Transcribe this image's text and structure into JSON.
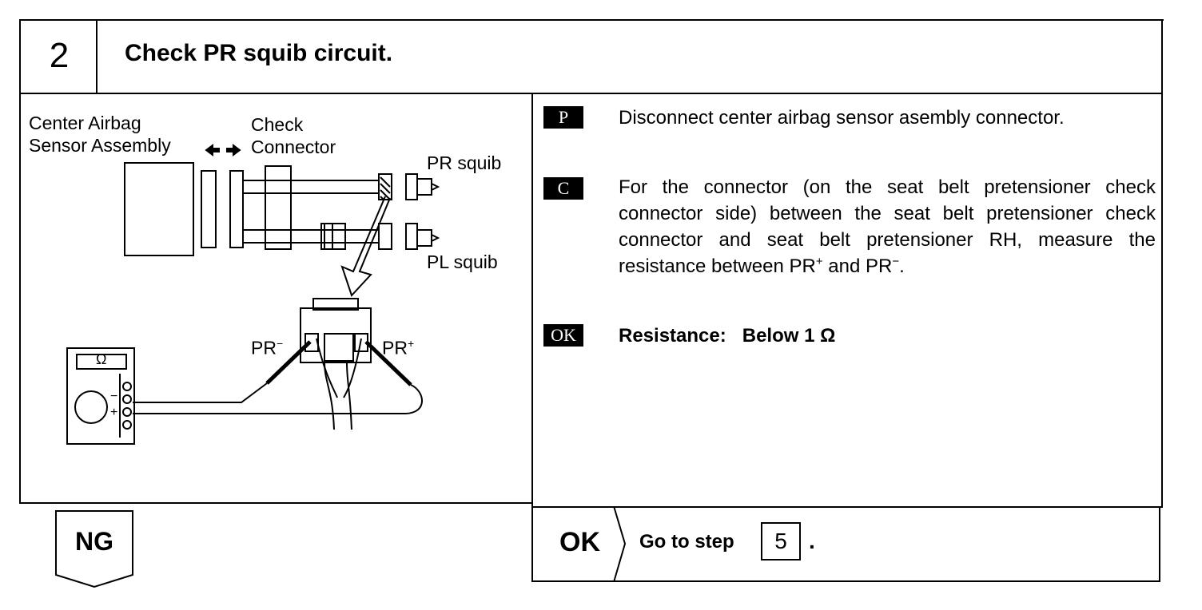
{
  "step": {
    "number": "2",
    "title": "Check PR squib circuit."
  },
  "diagram": {
    "labels": {
      "center_airbag_line1": "Center Airbag",
      "center_airbag_line2": "Sensor Assembly",
      "check_line1": "Check",
      "check_line2": "Connector",
      "pr_squib": "PR squib",
      "pl_squib": "PL squib",
      "pr_minus": "PR",
      "pr_minus_sup": "−",
      "pr_plus": "PR",
      "pr_plus_sup": "+",
      "ohm_symbol": "Ω",
      "meter_minus": "−",
      "meter_plus": "+"
    },
    "icons": [
      "double-arrow-icon",
      "ohmmeter-icon",
      "hatched-terminal-icon"
    ]
  },
  "instructions": {
    "p": {
      "badge": "P",
      "text": "Disconnect center airbag sensor asembly connector."
    },
    "c": {
      "badge": "C",
      "text": "For the connector (on the seat belt pretensioner check connector side) between the seat belt pretensioner check connector and seat belt pretensioner RH, measure the resistance between",
      "pr1": "PR",
      "pr1_sup": "+",
      "and": "and",
      "pr2": "PR",
      "pr2_sup": "−",
      "end": "."
    },
    "ok": {
      "badge": "OK",
      "label": "Resistance:",
      "value": "Below 1 Ω"
    }
  },
  "result": {
    "ng_label": "NG",
    "ok_label": "OK",
    "goto_text": "Go to step",
    "goto_step": "5",
    "goto_period": "."
  }
}
